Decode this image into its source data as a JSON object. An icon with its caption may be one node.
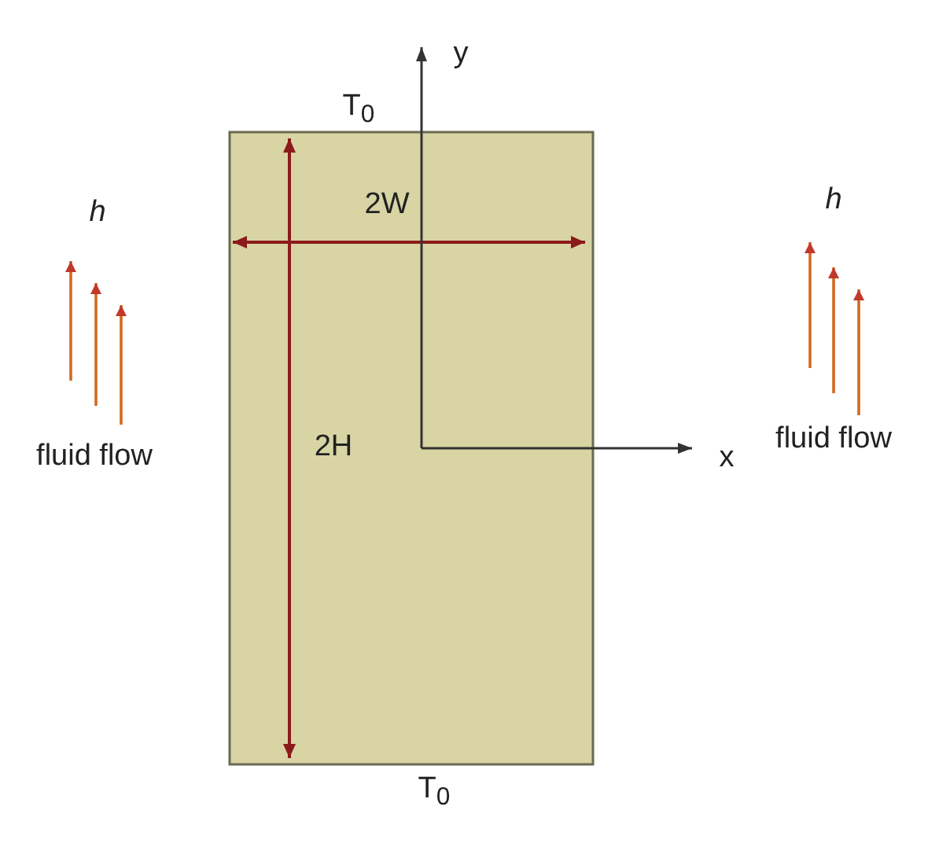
{
  "diagram": {
    "labels": [
      "y",
      "T$_{0}$",
      "h",
      "h",
      "2W",
      "fluid flow",
      "2H",
      "x",
      "fluid flow",
      "T$_{0}$"
    ]
  }
}
